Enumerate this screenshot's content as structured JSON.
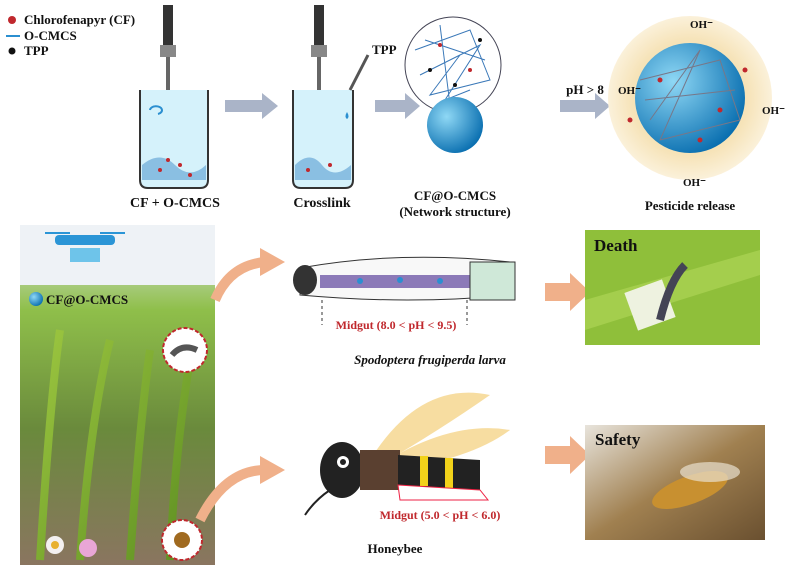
{
  "legend": [
    {
      "label": "Chlorofenapyr (CF)",
      "symbol": "red-dot"
    },
    {
      "label": "O-CMCS",
      "symbol": "blue-line"
    },
    {
      "label": "TPP",
      "symbol": "black-dot"
    }
  ],
  "steps": {
    "mix": "CF + O-CMCS",
    "crosslink": "Crosslink",
    "tpp_label": "TPP",
    "product": "CF@O-CMCS",
    "product_sub": "(Network structure)",
    "ph_condition": "pH > 8",
    "release": "Pesticide release",
    "hydroxide": "OH⁻"
  },
  "field": {
    "nanoparticle_label": "CF@O-CMCS"
  },
  "larva": {
    "midgut": "Midgut (8.0 < pH < 9.5)",
    "caption": "Spodoptera frugiperda larva",
    "outcome": "Death"
  },
  "bee": {
    "midgut": "Midgut (5.0 < pH < 6.0)",
    "caption": "Honeybee",
    "outcome": "Safety"
  },
  "colors": {
    "red": "#c0282d",
    "blue": "#2b8fd0",
    "arrow_grey": "#aab4c8",
    "arrow_orange": "#f0b08a"
  }
}
